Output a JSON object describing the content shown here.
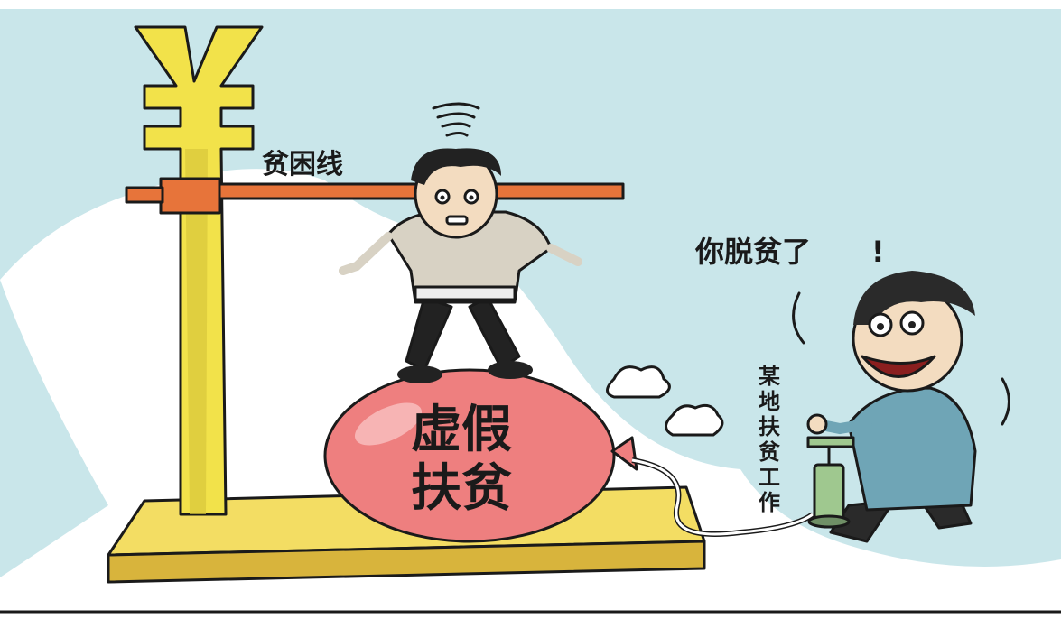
{
  "labels": {
    "poverty_line": "贫困线",
    "exclaim": "你脱贫了",
    "exclaim_mark": "!",
    "balloon_line1": "虚假",
    "balloon_line2": "扶贫",
    "pump_vertical": [
      "某",
      "地",
      "扶",
      "贫",
      "工",
      "作"
    ],
    "yen_symbol": "¥"
  },
  "colors": {
    "sky": "#c9e6ea",
    "yellow": "#f2e24a",
    "orange": "#e7743a",
    "balloon": "#ee7f7f",
    "base": "#f3dd63",
    "jacket": "#6fa5b6",
    "pump": "#9fc88f"
  }
}
